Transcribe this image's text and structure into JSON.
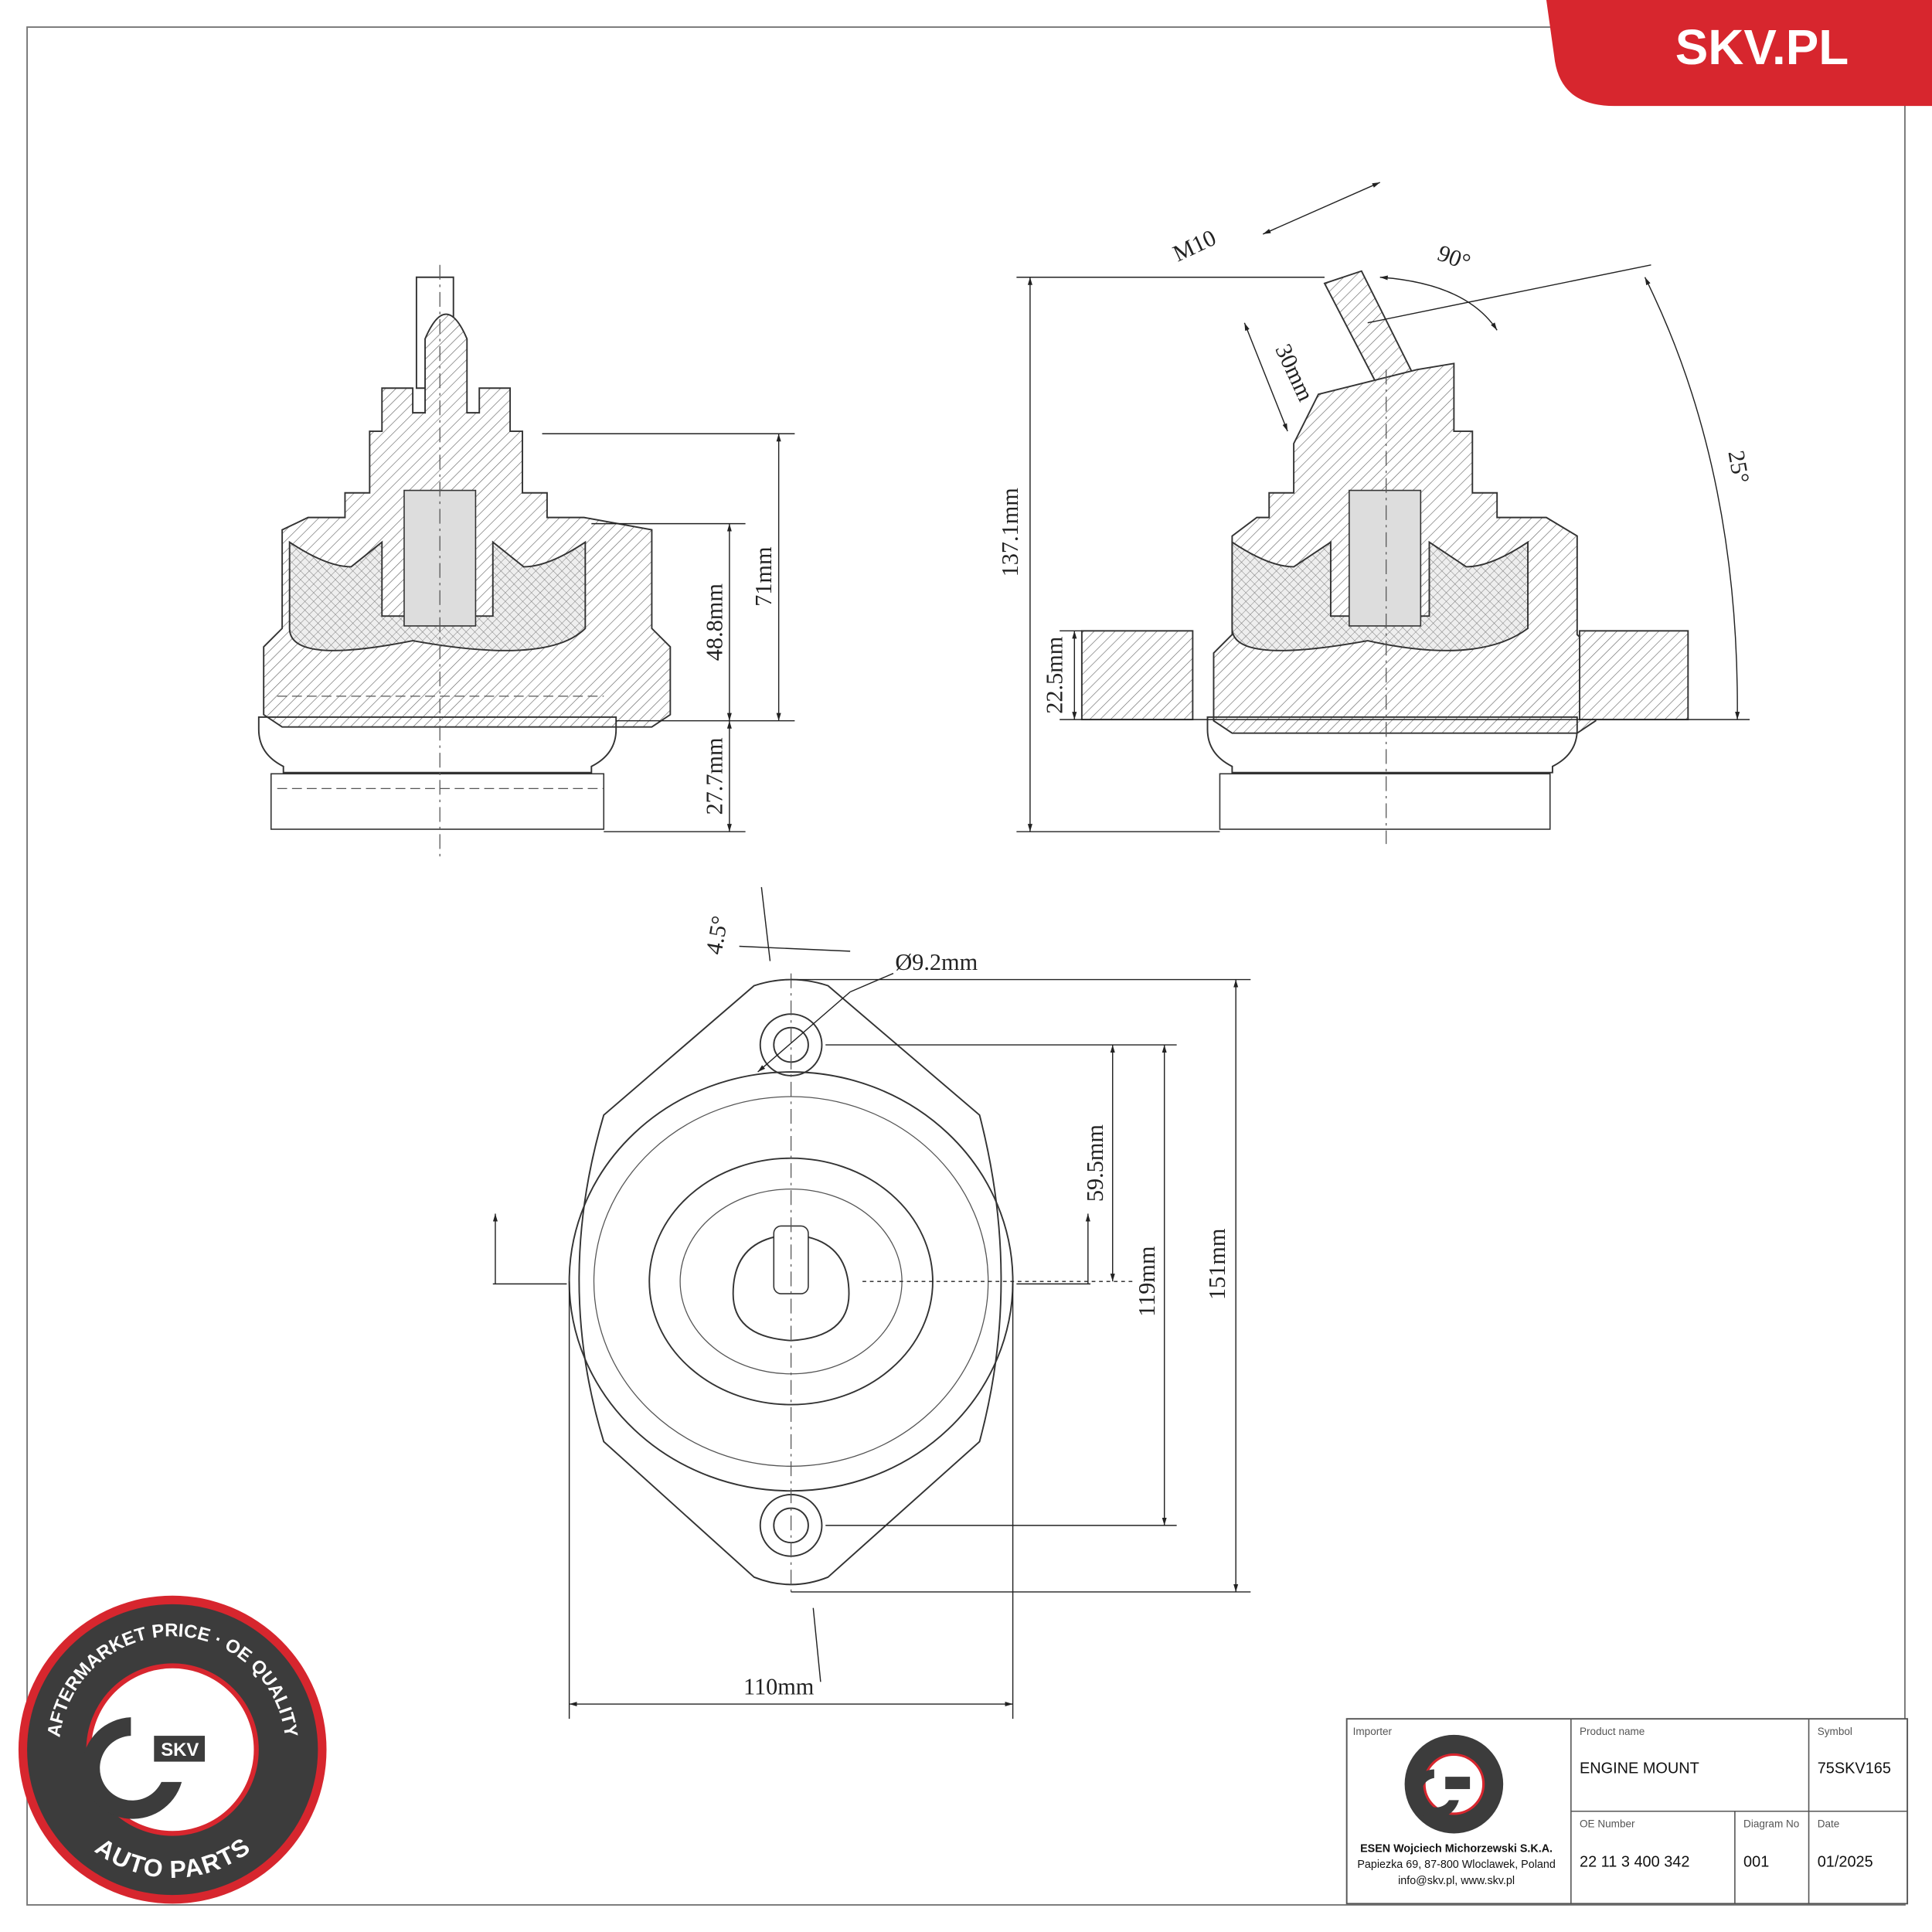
{
  "brand": {
    "site": "SKV.PL",
    "accent": "#d7262e",
    "dark": "#3c3c3c"
  },
  "logo": {
    "ring_top": "AFTERMARKET PRICE · OE QUALITY",
    "center": "SKV",
    "ring_bottom": "AUTO PARTS"
  },
  "dimensions": {
    "front_height_total": "71mm",
    "front_height_upper": "48.8mm",
    "front_height_lower": "27.7mm",
    "side_height_total": "137.1mm",
    "side_flange": "22.5mm",
    "thread": "M10",
    "stud_length": "30mm",
    "stud_angle": "90°",
    "tilt_angle": "25°",
    "hole_angle": "4.5°",
    "hole_diameter": "Ø9.2mm",
    "center_to_hole": "59.5mm",
    "hole_spacing": "119mm",
    "overall_length": "151mm",
    "overall_width": "110mm"
  },
  "title_block": {
    "importer_label": "Importer",
    "importer_name": "ESEN Wojciech Michorzewski S.K.A.",
    "importer_address": "Papiezka 69, 87-800 Wloclawek, Poland",
    "importer_contact": "info@skv.pl, www.skv.pl",
    "product_label": "Product name",
    "product_value": "ENGINE MOUNT",
    "symbol_label": "Symbol",
    "symbol_value": "75SKV165",
    "oe_label": "OE Number",
    "oe_value": "22 11 3 400 342",
    "diagram_label": "Diagram No",
    "diagram_value": "001",
    "date_label": "Date",
    "date_value": "01/2025"
  }
}
